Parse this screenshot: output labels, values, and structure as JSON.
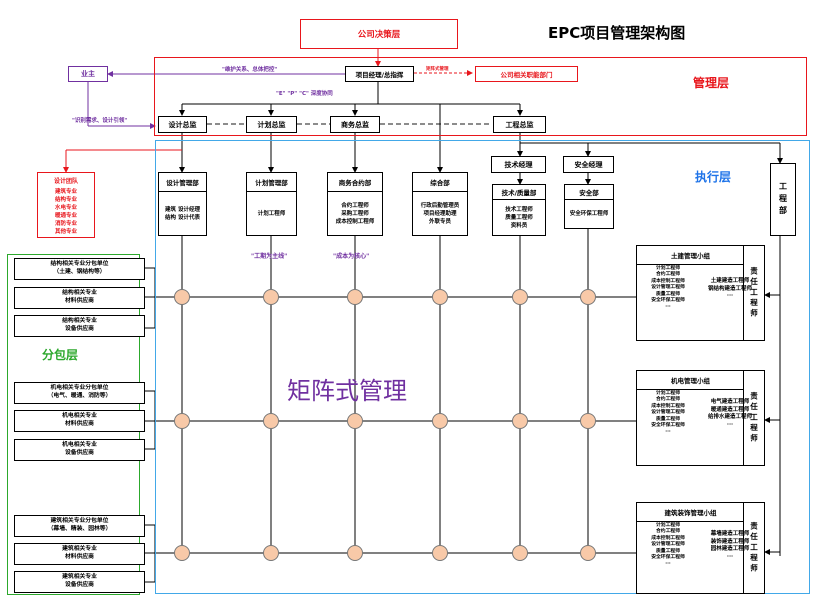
{
  "title": "EPC项目管理架构图",
  "colors": {
    "red": "#e8161c",
    "purple": "#7030a0",
    "blue": "#1e73e8",
    "green": "#2ca82c",
    "node": "#f8c9a8"
  },
  "top": {
    "decision": "公司决策层",
    "pm": "项目经理/总指挥",
    "matrix_note": "矩阵式管理",
    "functional": "公司相关职能部门",
    "owner": "业主",
    "note_maintain": "\"维护关系、总体把控\"",
    "note_epc": "\"E\" \"P\" \"C\" 深度协同",
    "note_identify": "\"识别需求、设计引领\""
  },
  "layers": {
    "management": "管理层",
    "execution": "执行层",
    "subcontract": "分包层"
  },
  "directors": [
    "设计总监",
    "计划总监",
    "商务总监",
    "工程总监"
  ],
  "managers": {
    "tech": "技术经理",
    "safety": "安全经理"
  },
  "design_team": {
    "title": "设计团队",
    "items": [
      "建筑专业",
      "结构专业",
      "水电专业",
      "暖通专业",
      "消防专业",
      "其他专业"
    ]
  },
  "departments": [
    {
      "name": "设计管理部",
      "body": "建筑 设计经理\n结构 设计代表"
    },
    {
      "name": "计划管理部",
      "body": "计划工程师"
    },
    {
      "name": "商务合约部",
      "body": "合约工程师\n采购工程师\n成本控制工程师"
    },
    {
      "name": "综合部",
      "body": "行政后勤管理员\n项目经理助理\n外联专员"
    },
    {
      "name": "技术/质量部",
      "body": "技术工程师\n质量工程师\n资料员"
    },
    {
      "name": "安全部",
      "body": "安全环保工程师"
    }
  ],
  "engineering_dept": "工程部",
  "dept_notes": {
    "plan": "\"工期为主线\"",
    "cost": "\"成本为核心\""
  },
  "matrix_label": "矩阵式管理",
  "subcontractors": [
    "结构相关专业分包单位\n（土建、钢结构等）",
    "结构相关专业\n材料供应商",
    "结构相关专业\n设备供应商",
    "机电相关专业分包单位\n（电气、暖通、消防等）",
    "机电相关专业\n材料供应商",
    "机电相关专业\n设备供应商",
    "建筑相关专业分包单位\n（幕墙、精装、园林等）",
    "建筑相关专业\n材料供应商",
    "建筑相关专业\n设备供应商"
  ],
  "groups": [
    {
      "name": "土建管理小组",
      "col1": "计划工程师\n合约工程师\n成本控制工程师\n设计管理工程师\n质量工程师\n安全环保工程师\n···",
      "col2": "土建建造工程师\n钢结构建造工程师\n···",
      "resp": "责任工程师"
    },
    {
      "name": "机电管理小组",
      "col1": "计划工程师\n合约工程师\n成本控制工程师\n设计管理工程师\n质量工程师\n安全环保工程师\n···",
      "col2": "电气建造工程师\n暖通建造工程师\n给排水建造工程师\n···",
      "resp": "责任工程师"
    },
    {
      "name": "建筑装饰管理小组",
      "col1": "计划工程师\n合约工程师\n成本控制工程师\n设计管理工程师\n质量工程师\n安全环保工程师\n···",
      "col2": "幕墙建造工程师\n装饰建造工程师\n园林建造工程师\n···",
      "resp": "责任工程师"
    }
  ]
}
